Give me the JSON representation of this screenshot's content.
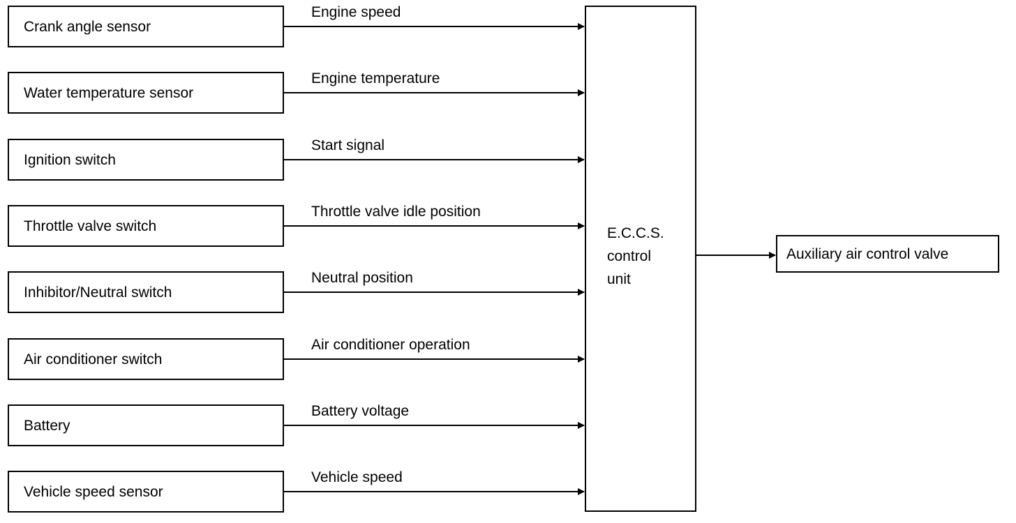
{
  "inputs": [
    {
      "label": "Crank angle sensor",
      "signal": "Engine speed"
    },
    {
      "label": "Water temperature sensor",
      "signal": "Engine temperature"
    },
    {
      "label": "Ignition switch",
      "signal": "Start signal"
    },
    {
      "label": "Throttle valve switch",
      "signal": "Throttle valve idle position"
    },
    {
      "label": "Inhibitor/Neutral switch",
      "signal": "Neutral position"
    },
    {
      "label": "Air conditioner switch",
      "signal": "Air conditioner operation"
    },
    {
      "label": "Battery",
      "signal": "Battery voltage"
    },
    {
      "label": "Vehicle speed sensor",
      "signal": "Vehicle speed"
    }
  ],
  "control_unit": {
    "lines": [
      "E.C.C.S.",
      "control",
      "unit"
    ]
  },
  "output": {
    "label": "Auxiliary air control valve"
  }
}
